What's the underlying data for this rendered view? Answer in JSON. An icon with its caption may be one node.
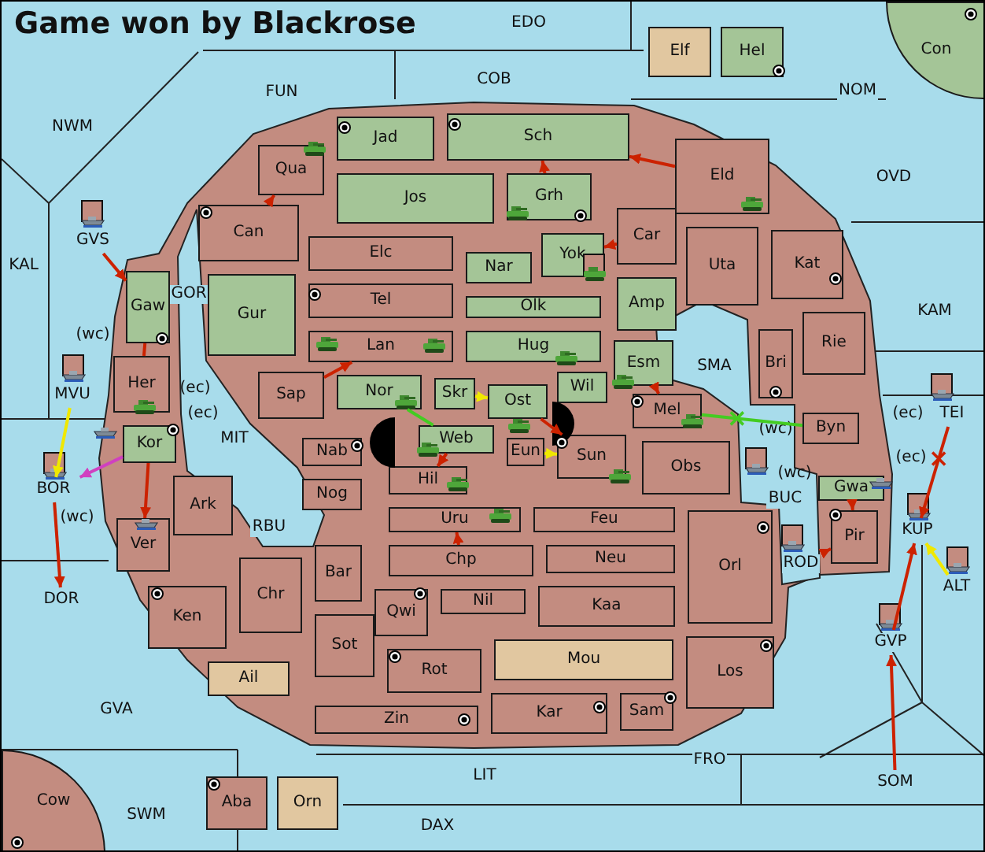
{
  "diagram": {
    "title": "Game won by Blackrose",
    "nodes": [
      {
        "text": [
          "NWM"
        ]
      },
      {
        "text": [
          "FUN"
        ]
      },
      {
        "text": [
          "COB"
        ]
      },
      {
        "text": [
          "EDO"
        ]
      },
      {
        "text": [
          "Elf"
        ]
      },
      {
        "text": [
          "Hel"
        ]
      },
      {
        "text": [
          "NOM"
        ]
      },
      {
        "text": [
          "Con"
        ]
      },
      {
        "text": [
          "OVD"
        ]
      },
      {
        "text": [
          "Qua"
        ]
      },
      {
        "text": [
          "Jad"
        ]
      },
      {
        "text": [
          "Sch"
        ]
      },
      {
        "text": [
          "Eld"
        ]
      },
      {
        "text": [
          "Can"
        ]
      },
      {
        "text": [
          "Jos"
        ]
      },
      {
        "text": [
          "Grh"
        ]
      },
      {
        "text": [
          "Car"
        ]
      },
      {
        "text": [
          "Uta"
        ]
      },
      {
        "text": [
          "KAL"
        ]
      },
      {
        "text": [
          "GVS"
        ]
      },
      {
        "text": [
          "GOR"
        ]
      },
      {
        "text": [
          "Gur"
        ]
      },
      {
        "text": [
          "Elc"
        ]
      },
      {
        "text": [
          "Yok"
        ]
      },
      {
        "text": [
          "Nar"
        ]
      },
      {
        "text": [
          "Tel"
        ]
      },
      {
        "text": [
          "Olk"
        ]
      },
      {
        "text": [
          "Amp"
        ]
      },
      {
        "text": [
          "Kat"
        ]
      },
      {
        "text": [
          "KAM"
        ]
      },
      {
        "text": [
          "Gaw"
        ]
      },
      {
        "text": [
          "Lan"
        ]
      },
      {
        "text": [
          "Hug"
        ]
      },
      {
        "text": [
          "Esm"
        ]
      },
      {
        "text": [
          "Rie"
        ]
      },
      {
        "text": [
          "Bri"
        ]
      },
      {
        "text": [
          "SMA"
        ]
      },
      {
        "text": [
          "Her"
        ]
      },
      {
        "text": [
          "MVU"
        ]
      },
      {
        "text": [
          "Sap"
        ]
      },
      {
        "text": [
          "Nor"
        ]
      },
      {
        "text": [
          "Skr"
        ]
      },
      {
        "text": [
          "Wil"
        ]
      },
      {
        "text": [
          "Ost"
        ]
      },
      {
        "text": [
          "Mel"
        ]
      },
      {
        "text": [
          "TEI"
        ]
      },
      {
        "text": [
          "Byn"
        ]
      },
      {
        "text": [
          "Kor"
        ]
      },
      {
        "text": [
          "MIT"
        ]
      },
      {
        "text": [
          "BOR"
        ]
      },
      {
        "text": [
          "Nab"
        ]
      },
      {
        "text": [
          "Web"
        ]
      },
      {
        "text": [
          "Eun"
        ]
      },
      {
        "text": [
          "Sun"
        ]
      },
      {
        "text": [
          "Obs"
        ]
      },
      {
        "text": [
          "Hil"
        ]
      },
      {
        "text": [
          "Nog"
        ]
      },
      {
        "text": [
          "Ark"
        ]
      },
      {
        "text": [
          "Ver"
        ]
      },
      {
        "text": [
          "RBU"
        ]
      },
      {
        "text": [
          "Uru"
        ]
      },
      {
        "text": [
          "Feu"
        ]
      },
      {
        "text": [
          "BUC"
        ]
      },
      {
        "text": [
          "Gwa"
        ]
      },
      {
        "text": [
          "Pir"
        ]
      },
      {
        "text": [
          "KUP"
        ]
      },
      {
        "text": [
          "Chp"
        ]
      },
      {
        "text": [
          "Neu"
        ]
      },
      {
        "text": [
          "Bar"
        ]
      },
      {
        "text": [
          "Qwi"
        ]
      },
      {
        "text": [
          "Nil"
        ]
      },
      {
        "text": [
          "ROD"
        ]
      },
      {
        "text": [
          "Orl"
        ]
      },
      {
        "text": [
          "ALT"
        ]
      },
      {
        "text": [
          "DOR"
        ]
      },
      {
        "text": [
          "Ken"
        ]
      },
      {
        "text": [
          "Chr"
        ]
      },
      {
        "text": [
          "Kaa"
        ]
      },
      {
        "text": [
          "GVP"
        ]
      },
      {
        "text": [
          "Sot"
        ]
      },
      {
        "text": [
          "Rot"
        ]
      },
      {
        "text": [
          "Mou"
        ]
      },
      {
        "text": [
          "Los"
        ]
      },
      {
        "text": [
          "Ail"
        ]
      },
      {
        "text": [
          "Zin"
        ]
      },
      {
        "text": [
          "Kar"
        ]
      },
      {
        "text": [
          "Sam"
        ]
      },
      {
        "text": [
          "GVA"
        ]
      },
      {
        "text": [
          "FRO"
        ]
      },
      {
        "text": [
          "LIT"
        ]
      },
      {
        "text": [
          "SOM"
        ]
      },
      {
        "text": [
          "Aba"
        ]
      },
      {
        "text": [
          "Orn"
        ]
      },
      {
        "text": [
          "SWM"
        ]
      },
      {
        "text": [
          "DAX"
        ]
      },
      {
        "text": [
          "Cow"
        ]
      }
    ],
    "edges": [
      {
        "from": 13,
        "to": 9,
        "arrow": "to"
      },
      {
        "from": 19,
        "to": 30,
        "arrow": "to"
      },
      {
        "from": 37,
        "to": 30,
        "arrow": "none"
      },
      {
        "from": 38,
        "to": 49,
        "arrow": "to",
        "color": "#f0e800"
      },
      {
        "from": 47,
        "to": 49,
        "arrow": "to",
        "color": "#d040c0"
      },
      {
        "from": 49,
        "to": 74,
        "arrow": "to"
      },
      {
        "from": 47,
        "to": 58,
        "arrow": "to"
      },
      {
        "from": 39,
        "to": 31,
        "arrow": "to"
      },
      {
        "from": 40,
        "to": 51,
        "arrow": "none",
        "color": "#44cc22"
      },
      {
        "from": 51,
        "to": 55,
        "arrow": "to"
      },
      {
        "from": 41,
        "to": 43,
        "arrow": "to",
        "color": "#f0e800"
      },
      {
        "from": 43,
        "to": 53,
        "arrow": "to"
      },
      {
        "from": 52,
        "to": 53,
        "arrow": "to",
        "color": "#f0e800"
      },
      {
        "from": 66,
        "to": 60,
        "arrow": "to"
      },
      {
        "from": 15,
        "to": 11,
        "arrow": "to"
      },
      {
        "from": 12,
        "to": 11,
        "arrow": "to"
      },
      {
        "from": 16,
        "to": 23,
        "arrow": "to"
      },
      {
        "from": 33,
        "to": 44,
        "arrow": "to"
      },
      {
        "from": 44,
        "to": 46,
        "arrow": "none",
        "color": "#44cc22"
      },
      {
        "from": 63,
        "to": 64,
        "arrow": "to"
      },
      {
        "from": 71,
        "to": 64,
        "arrow": "to"
      },
      {
        "from": 45,
        "to": 65,
        "arrow": "to"
      },
      {
        "from": 73,
        "to": 65,
        "arrow": "to",
        "color": "#f0e800"
      },
      {
        "from": 78,
        "to": 65,
        "arrow": "to"
      },
      {
        "from": 90,
        "to": 78,
        "arrow": "to"
      }
    ],
    "labels": [
      "(wc)",
      "(ec)",
      "(ec)",
      "(wc)",
      "(ec)",
      "(wc)",
      "(wc)",
      "(ec)"
    ]
  }
}
